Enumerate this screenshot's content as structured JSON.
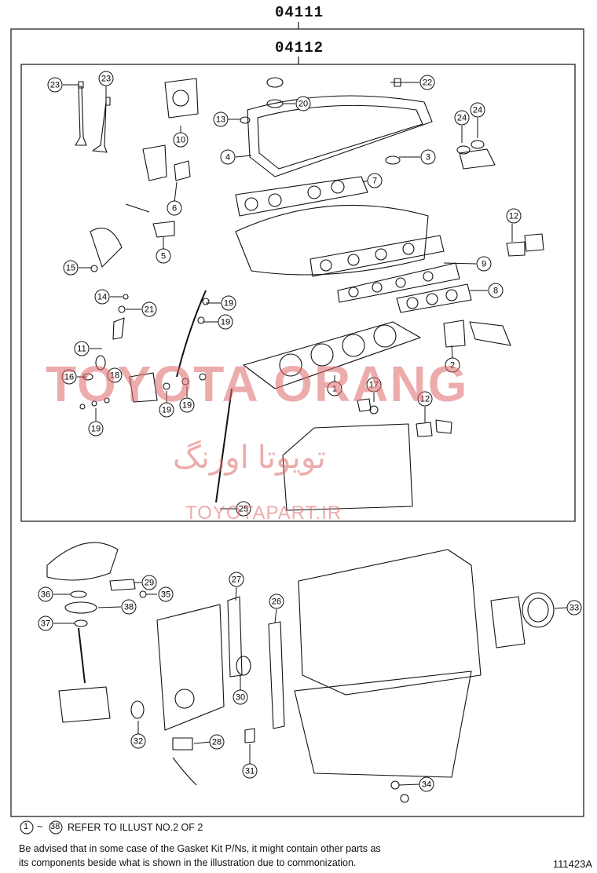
{
  "kit_outer_number": "04111",
  "kit_inner_number": "04112",
  "callouts": [
    "1",
    "2",
    "3",
    "4",
    "5",
    "6",
    "7",
    "8",
    "9",
    "10",
    "11",
    "12",
    "13",
    "14",
    "15",
    "16",
    "17",
    "18",
    "19",
    "20",
    "21",
    "22",
    "23",
    "24",
    "25",
    "26",
    "27",
    "28",
    "29",
    "30",
    "31",
    "32",
    "33",
    "34",
    "35",
    "36",
    "37",
    "38"
  ],
  "watermark": {
    "latin": "TOYOTA ORANG",
    "persian": "تویوتا اورنگ",
    "site": "TOYOTAPART.IR"
  },
  "footer": {
    "range_start": "1",
    "range_tilde": "~",
    "range_end": "38",
    "refer_text": "REFER TO ILLUST NO.2 OF 2",
    "advice_line1": "Be advised that in some case of the Gasket Kit P/Ns,  it might contain other parts as",
    "advice_line2": "its components beside what is shown in the illustration due to commonization.",
    "illustration_code": "111423A"
  }
}
